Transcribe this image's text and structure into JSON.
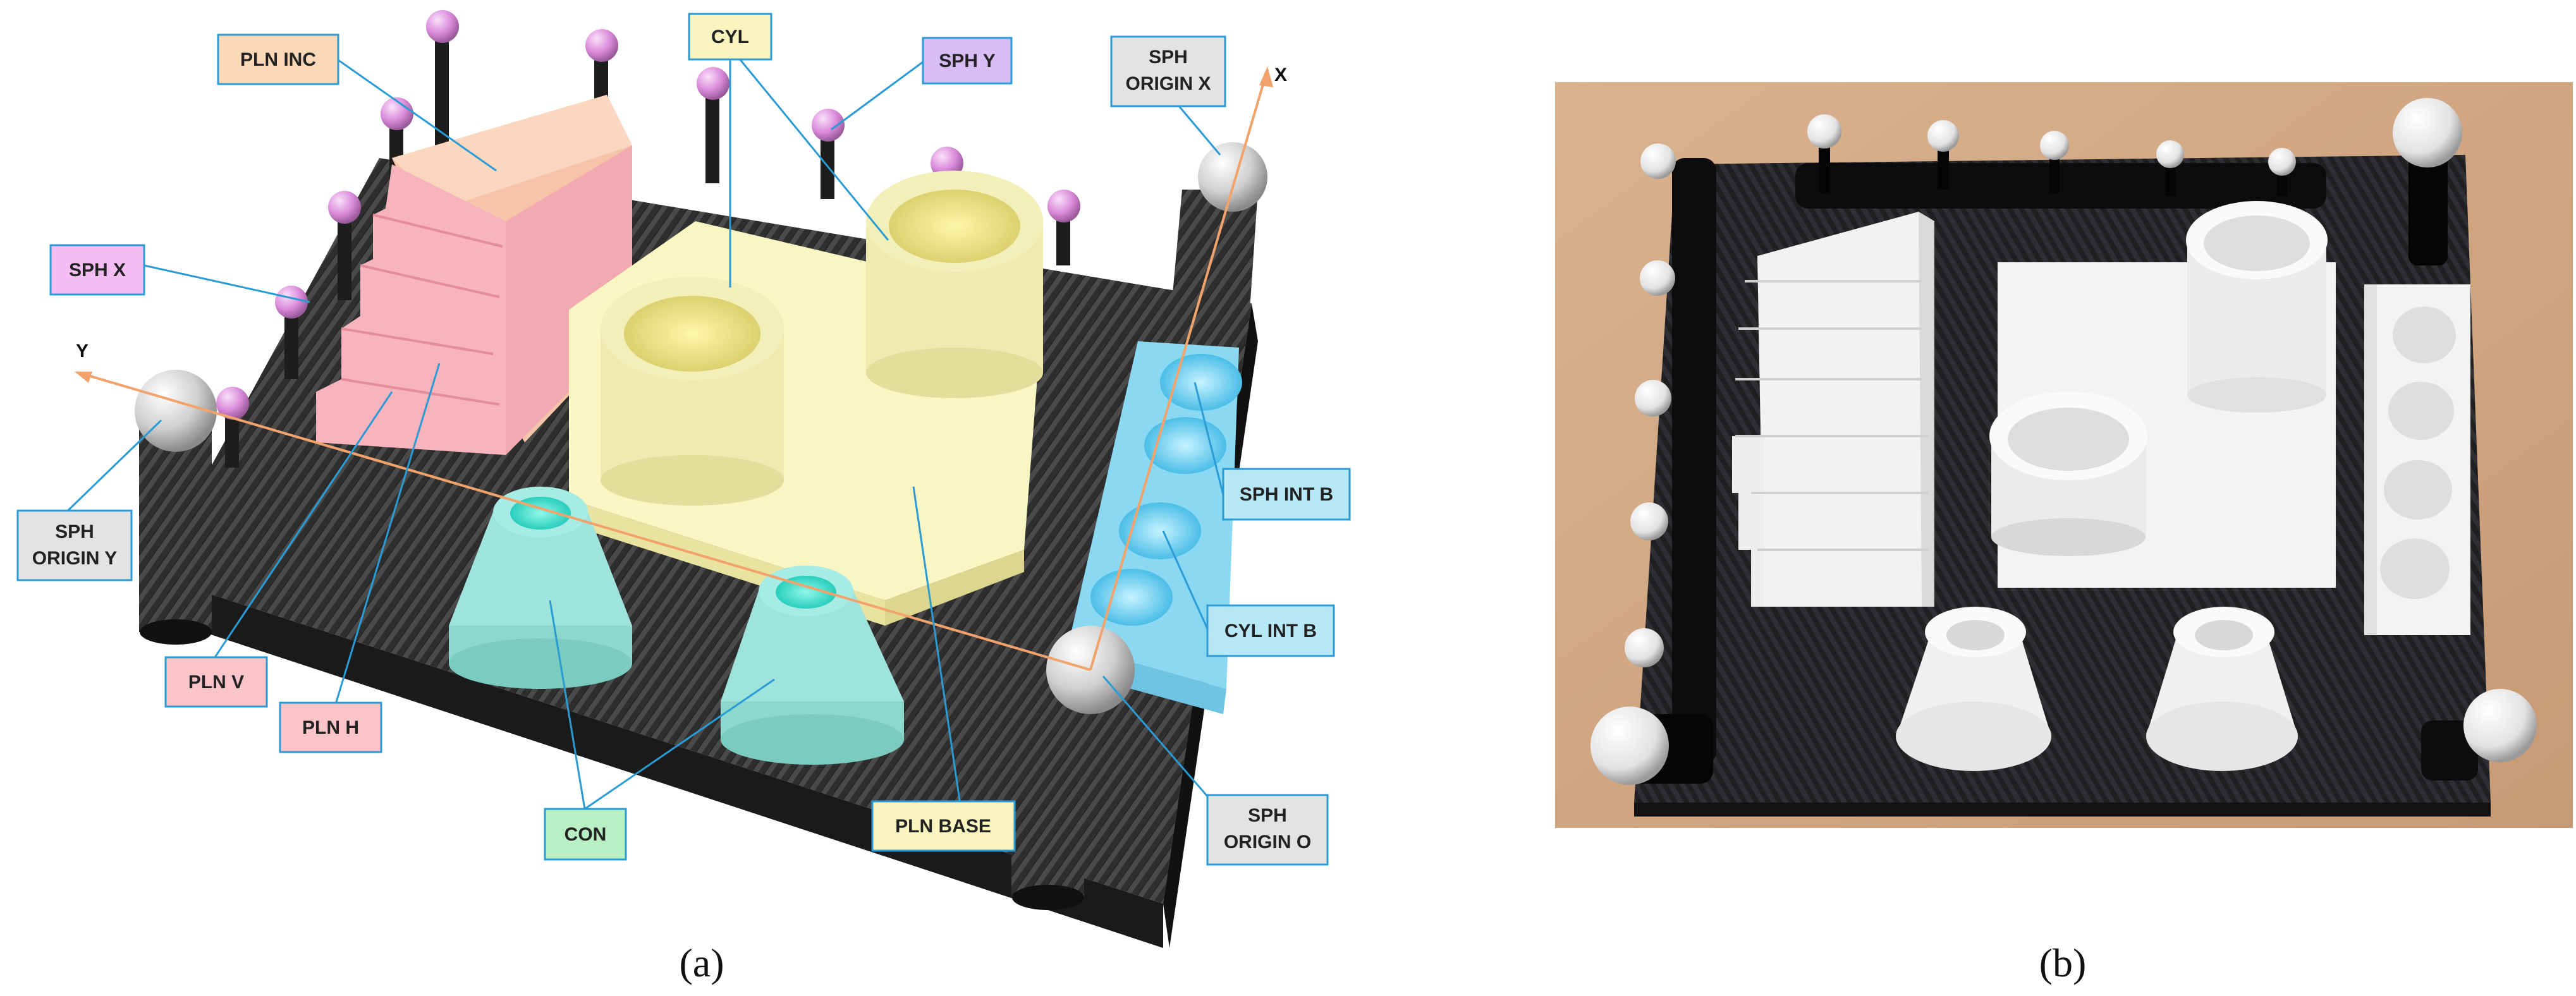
{
  "panels": [
    {
      "caption": "(a)"
    },
    {
      "caption": "(b)"
    }
  ],
  "axes": {
    "x": "X",
    "y": "Y"
  },
  "labels": [
    {
      "id": "pln-inc",
      "text": "PLN INC",
      "fill": "#fbd8b8"
    },
    {
      "id": "cyl",
      "text": "CYL",
      "fill": "#fbf4bf"
    },
    {
      "id": "sph-y",
      "text": "SPH Y",
      "fill": "#d7bdf4"
    },
    {
      "id": "sph-origin-x",
      "lines": [
        "SPH",
        "ORIGIN X"
      ],
      "fill": "#e3e3e3"
    },
    {
      "id": "sph-x",
      "text": "SPH X",
      "fill": "#f4bdf4"
    },
    {
      "id": "sph-origin-y",
      "lines": [
        "SPH",
        "ORIGIN Y"
      ],
      "fill": "#e3e3e3"
    },
    {
      "id": "sph-int-b",
      "text": "SPH INT B",
      "fill": "#b6e8f8"
    },
    {
      "id": "cyl-int-b",
      "text": "CYL INT B",
      "fill": "#b6e8f8"
    },
    {
      "id": "pln-v",
      "text": "PLN V",
      "fill": "#fbc4c8"
    },
    {
      "id": "pln-h",
      "text": "PLN H",
      "fill": "#fbc4c8"
    },
    {
      "id": "con",
      "text": "CON",
      "fill": "#b8f0c4"
    },
    {
      "id": "pln-base",
      "text": "PLN BASE",
      "fill": "#fbf4bf"
    },
    {
      "id": "sph-origin-o",
      "lines": [
        "SPH",
        "ORIGIN O"
      ],
      "fill": "#e3e3e3"
    }
  ]
}
